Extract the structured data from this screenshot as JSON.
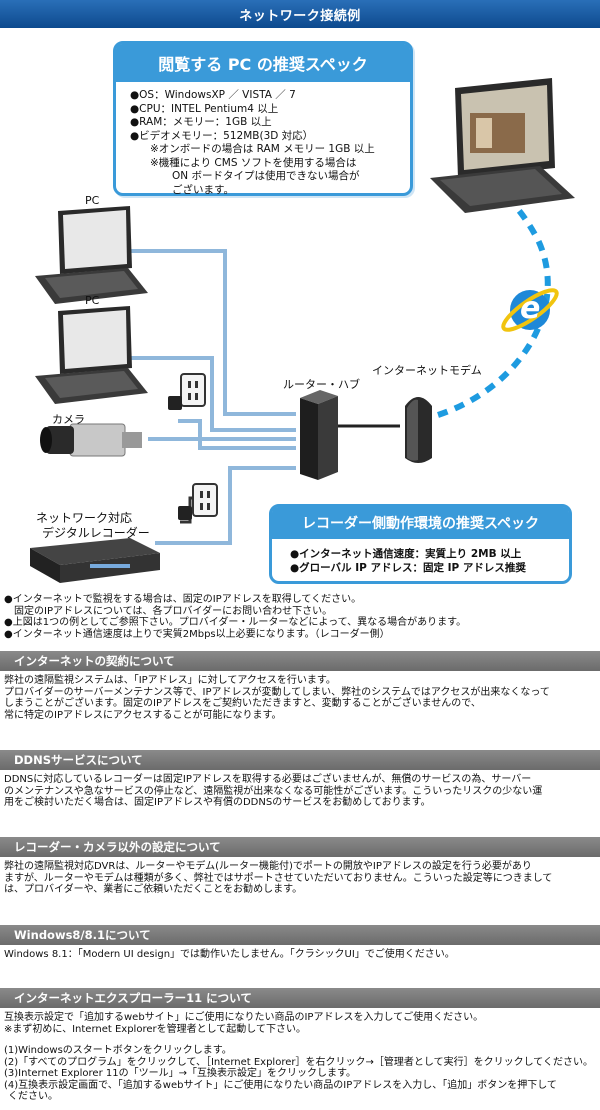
{
  "title": "ネットワーク接続例",
  "pc_spec": {
    "heading": "閲覧する PC の推奨スペック",
    "os": "OS：WindowsXP ／ VISTA ／ 7",
    "cpu": "CPU：INTEL Pentium4 以上",
    "ram": "RAM：メモリー：1GB 以上",
    "video": "ビデオメモリー：512MB(3D 対応）",
    "note1": "※オンボードの場合は RAM メモリー 1GB 以上",
    "note2": "※機種により CMS ソフトを使用する場合は",
    "note3": "ON ボードタイプは使用できない場合が",
    "note4": "ございます。"
  },
  "diagram": {
    "pc1_label": "PC",
    "pc2_label": "PC",
    "camera_label": "カメラ",
    "router_label": "ルーター・ハブ",
    "modem_label": "インターネットモデム",
    "recorder_label_1": "ネットワーク対応",
    "recorder_label_2": "デジタルレコーダー",
    "ie_glyph": "e"
  },
  "rec_spec": {
    "heading": "レコーダー側動作環境の推奨スペック",
    "line1": "●インターネット通信速度：実質上り 2MB 以上",
    "line2": "●グローバル IP アドレス：固定 IP アドレス推奨"
  },
  "notes": {
    "n1": "●インターネットで監視をする場合は、固定のIPアドレスを取得してください。",
    "n2": "　固定のIPアドレスについては、各プロバイダーにお問い合わせ下さい。",
    "n3": "●上図は1つの例としてご参照下さい。プロバイダー・ルーターなどによって、異なる場合があります。",
    "n4": "●インターネット通信速度は上りで実質2Mbps以上必要になります。（レコーダー側）"
  },
  "sections": {
    "contract": {
      "heading": "インターネットの契約について",
      "l1": "弊社の遠隔監視システムは、「IPアドレス」に対してアクセスを行います。",
      "l2": "プロバイダーのサーバーメンテナンス等で、IPアドレスが変動してしまい、弊社のシステムではアクセスが出来なくなって",
      "l3": "しまうことがございます。固定のIPアドレスをご契約いただきますと、変動することがございませんので、",
      "l4": "常に特定のIPアドレスにアクセスすることが可能になります。"
    },
    "ddns": {
      "heading": "DDNSサービスについて",
      "l1": "DDNSに対応しているレコーダーは固定IPアドレスを取得する必要はございませんが、無償のサービスの為、サーバー",
      "l2": "のメンテナンスや急なサービスの停止など、遠隔監視が出来なくなる可能性がございます。こういったリスクの少ない運",
      "l3": "用をご検討いただく場合は、固定IPアドレスや有償のDDNSのサービスをお勧めしております。"
    },
    "other": {
      "heading": "レコーダー・カメラ以外の設定について",
      "l1": "弊社の遠隔監視対応DVRは、ルーターやモデム(ルーター機能付)でポートの開放やIPアドレスの設定を行う必要があり",
      "l2": "ますが、ルーターやモデムは種類が多く、弊社ではサポートさせていただいておりません。こういった設定等につきまして",
      "l3": "は、プロバイダーや、業者にご依頼いただくことをお勧めします。"
    },
    "win8": {
      "heading": "Windows8/8.1について",
      "l1": "Windows 8.1：「Modern UI design」では動作いたしません。「クラシックUI」でご使用ください。"
    },
    "ie11": {
      "heading": "インターネットエクスプローラー11 について",
      "l1": "互換表示設定で「追加するwebサイト」にご使用になりたい商品のIPアドレスを入力してご使用ください。",
      "l2": "※まず初めに、Internet Explorerを管理者として起動して下さい。",
      "s1": "(1)Windowsのスタートボタンをクリックします。",
      "s2": "(2)「すべてのプログラム」をクリックして、［Internet Explorer］を右クリック→［管理者として実行］をクリックしてください。",
      "s3": "(3)Internet Explorer 11の「ツール」→「互換表示設定」をクリックします。",
      "s4": "(4)互換表示設定画面で、「追加するwebサイト」にご使用になりたい商品のIPアドレスを入力し、「追加」ボタンを押下して",
      "s5": "ください。"
    }
  }
}
